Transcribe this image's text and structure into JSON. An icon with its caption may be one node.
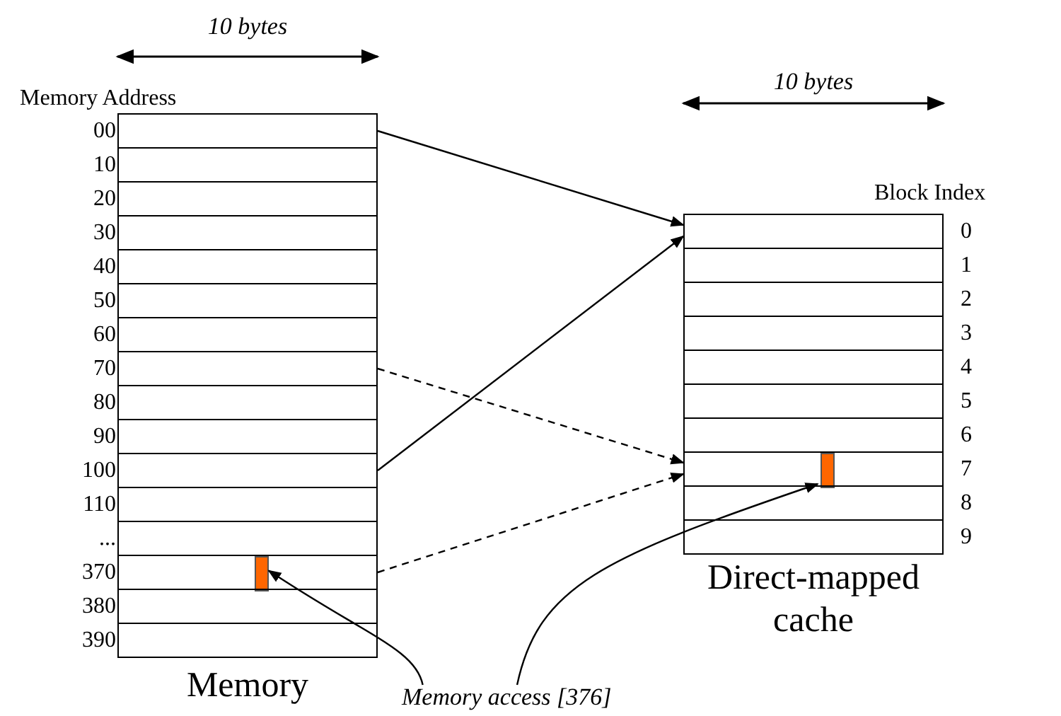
{
  "diagram": {
    "nodes": [
      {
        "text": [
          "Memory"
        ]
      },
      {
        "text": [],
        "shape": "box",
        "in": 0,
        "beside": [
          "00"
        ]
      },
      {
        "text": [],
        "shape": "box",
        "in": 0,
        "beside": [
          "10"
        ]
      },
      {
        "text": [],
        "shape": "box",
        "in": 0,
        "beside": [
          "20"
        ]
      },
      {
        "text": [],
        "shape": "box",
        "in": 0,
        "beside": [
          "30"
        ]
      },
      {
        "text": [],
        "shape": "box",
        "in": 0,
        "beside": [
          "40"
        ]
      },
      {
        "text": [],
        "shape": "box",
        "in": 0,
        "beside": [
          "50"
        ]
      },
      {
        "text": [],
        "shape": "box",
        "in": 0,
        "beside": [
          "60"
        ]
      },
      {
        "text": [],
        "shape": "box",
        "in": 0,
        "beside": [
          "70"
        ]
      },
      {
        "text": [],
        "shape": "box",
        "in": 0,
        "beside": [
          "80"
        ]
      },
      {
        "text": [],
        "shape": "box",
        "in": 0,
        "beside": [
          "90"
        ]
      },
      {
        "text": [],
        "shape": "box",
        "in": 0,
        "beside": [
          "100"
        ]
      },
      {
        "text": [],
        "shape": "box",
        "in": 0,
        "beside": [
          "110"
        ]
      },
      {
        "text": [],
        "shape": "box",
        "in": 0,
        "beside": [
          "..."
        ]
      },
      {
        "text": [],
        "shape": "box",
        "in": 0,
        "beside": [
          "370"
        ]
      },
      {
        "text": [],
        "shape": "box",
        "in": 0,
        "beside": [
          "380"
        ]
      },
      {
        "text": [],
        "shape": "box",
        "in": 0,
        "beside": [
          "390"
        ]
      },
      {
        "text": [],
        "shape": "bar",
        "in": 14
      },
      {
        "text": [
          "Direct-mapped cache"
        ]
      },
      {
        "text": [],
        "shape": "box",
        "in": 18,
        "beside": [
          "0"
        ]
      },
      {
        "text": [],
        "shape": "box",
        "in": 18,
        "beside": [
          "1"
        ]
      },
      {
        "text": [],
        "shape": "box",
        "in": 18,
        "beside": [
          "2"
        ]
      },
      {
        "text": [],
        "shape": "box",
        "in": 18,
        "beside": [
          "3"
        ]
      },
      {
        "text": [],
        "shape": "box",
        "in": 18,
        "beside": [
          "4"
        ]
      },
      {
        "text": [],
        "shape": "box",
        "in": 18,
        "beside": [
          "5"
        ]
      },
      {
        "text": [],
        "shape": "box",
        "in": 18,
        "beside": [
          "6"
        ]
      },
      {
        "text": [],
        "shape": "box",
        "in": 18,
        "beside": [
          "7"
        ]
      },
      {
        "text": [],
        "shape": "box",
        "in": 18,
        "beside": [
          "8"
        ]
      },
      {
        "text": [],
        "shape": "box",
        "in": 18,
        "beside": [
          "9"
        ]
      },
      {
        "text": [],
        "shape": "bar",
        "in": 26
      },
      {
        "text": [
          "Memory access [376]"
        ]
      }
    ],
    "edges": [
      {
        "from": 1,
        "to": 19,
        "arrow": "to"
      },
      {
        "from": 11,
        "to": 19,
        "arrow": "to"
      },
      {
        "from": 8,
        "to": 26,
        "arrow": "to",
        "style": "dashed"
      },
      {
        "from": 14,
        "to": 26,
        "arrow": "to",
        "style": "dashed"
      },
      {
        "from": 30,
        "to": 17,
        "arrow": "to"
      },
      {
        "from": 30,
        "to": 29,
        "arrow": "to"
      }
    ],
    "labels": [
      "10 bytes",
      "Memory Address",
      "10 bytes",
      "Block Index"
    ]
  }
}
